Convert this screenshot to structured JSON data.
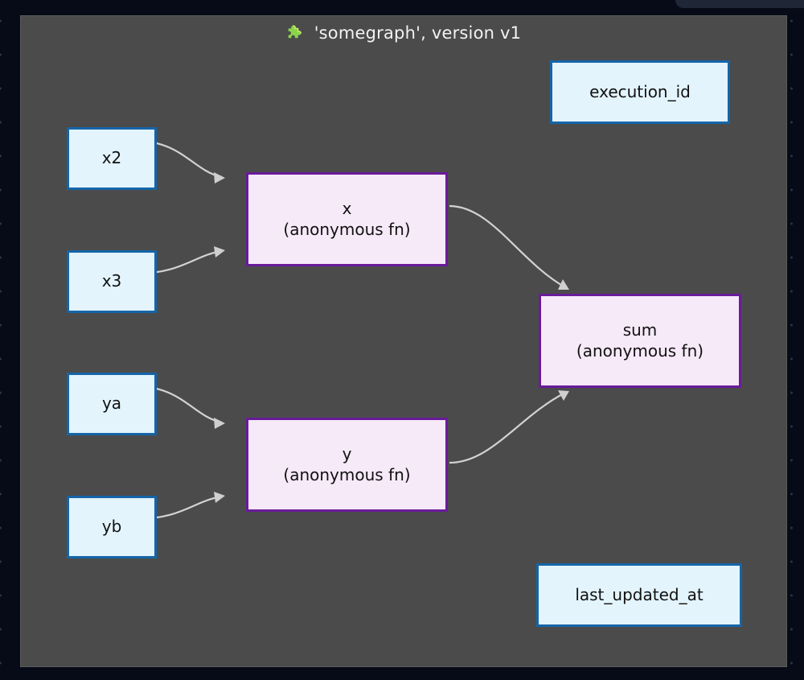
{
  "window": {
    "background_color": "#070b17",
    "dot_color": "#2b3347",
    "top_right_panel_color": "#232b3c"
  },
  "canvas": {
    "background_color": "#4b4b4b",
    "border_color": "#5b5b5b",
    "title_icon": "puzzle-piece-icon",
    "title": "'somegraph', version v1"
  },
  "palette": {
    "io_fill": "#e3f4fd",
    "io_border": "#1565a8",
    "fn_fill": "#f6e9f8",
    "fn_border": "#6a1b9a",
    "edge_color": "#d2d2d2",
    "node_text": "#111111",
    "title_text": "#f2f2f2"
  },
  "graph": {
    "nodes": [
      {
        "id": "x2",
        "label": "x2",
        "sublabel": "",
        "type": "io"
      },
      {
        "id": "x3",
        "label": "x3",
        "sublabel": "",
        "type": "io"
      },
      {
        "id": "ya",
        "label": "ya",
        "sublabel": "",
        "type": "io"
      },
      {
        "id": "yb",
        "label": "yb",
        "sublabel": "",
        "type": "io"
      },
      {
        "id": "x",
        "label": "x",
        "sublabel": "(anonymous fn)",
        "type": "fn"
      },
      {
        "id": "y",
        "label": "y",
        "sublabel": "(anonymous fn)",
        "type": "fn"
      },
      {
        "id": "sum",
        "label": "sum",
        "sublabel": "(anonymous fn)",
        "type": "fn"
      },
      {
        "id": "execution_id",
        "label": "execution_id",
        "sublabel": "",
        "type": "io"
      },
      {
        "id": "last_updated_at",
        "label": "last_updated_at",
        "sublabel": "",
        "type": "io"
      }
    ],
    "edges": [
      {
        "from": "x2",
        "to": "x"
      },
      {
        "from": "x3",
        "to": "x"
      },
      {
        "from": "ya",
        "to": "y"
      },
      {
        "from": "yb",
        "to": "y"
      },
      {
        "from": "x",
        "to": "sum"
      },
      {
        "from": "y",
        "to": "sum"
      }
    ]
  }
}
